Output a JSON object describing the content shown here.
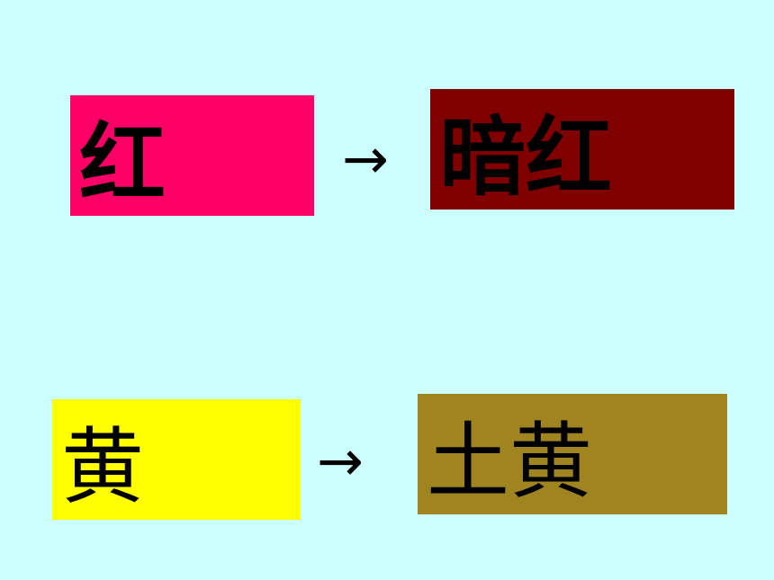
{
  "background_color": "#ccffff",
  "rows": [
    {
      "source": {
        "text": "红",
        "color": "#ff0066"
      },
      "arrow": "→",
      "target": {
        "text": "暗红",
        "color": "#800000"
      }
    },
    {
      "source": {
        "text": "黄",
        "color": "#ffff00"
      },
      "arrow": "→",
      "target": {
        "text": "土黄",
        "color": "#a08420"
      }
    }
  ]
}
